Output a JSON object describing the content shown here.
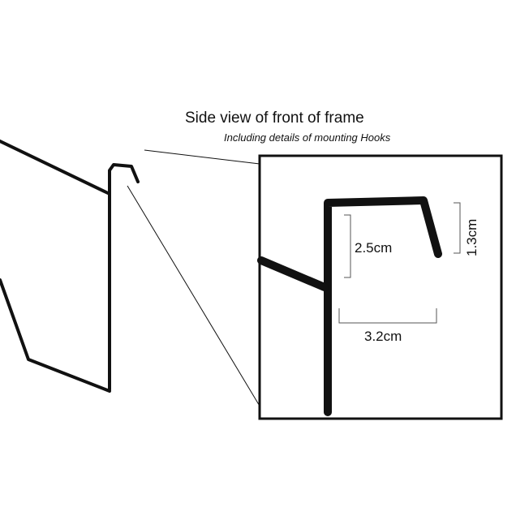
{
  "title": "Side view of front of frame",
  "subtitle": "Including details of mounting Hooks",
  "dimensions": {
    "hook_depth": "2.5cm",
    "hook_lip": "1.3cm",
    "hook_width": "3.2cm"
  },
  "colors": {
    "line": "#111111",
    "background": "#ffffff"
  }
}
